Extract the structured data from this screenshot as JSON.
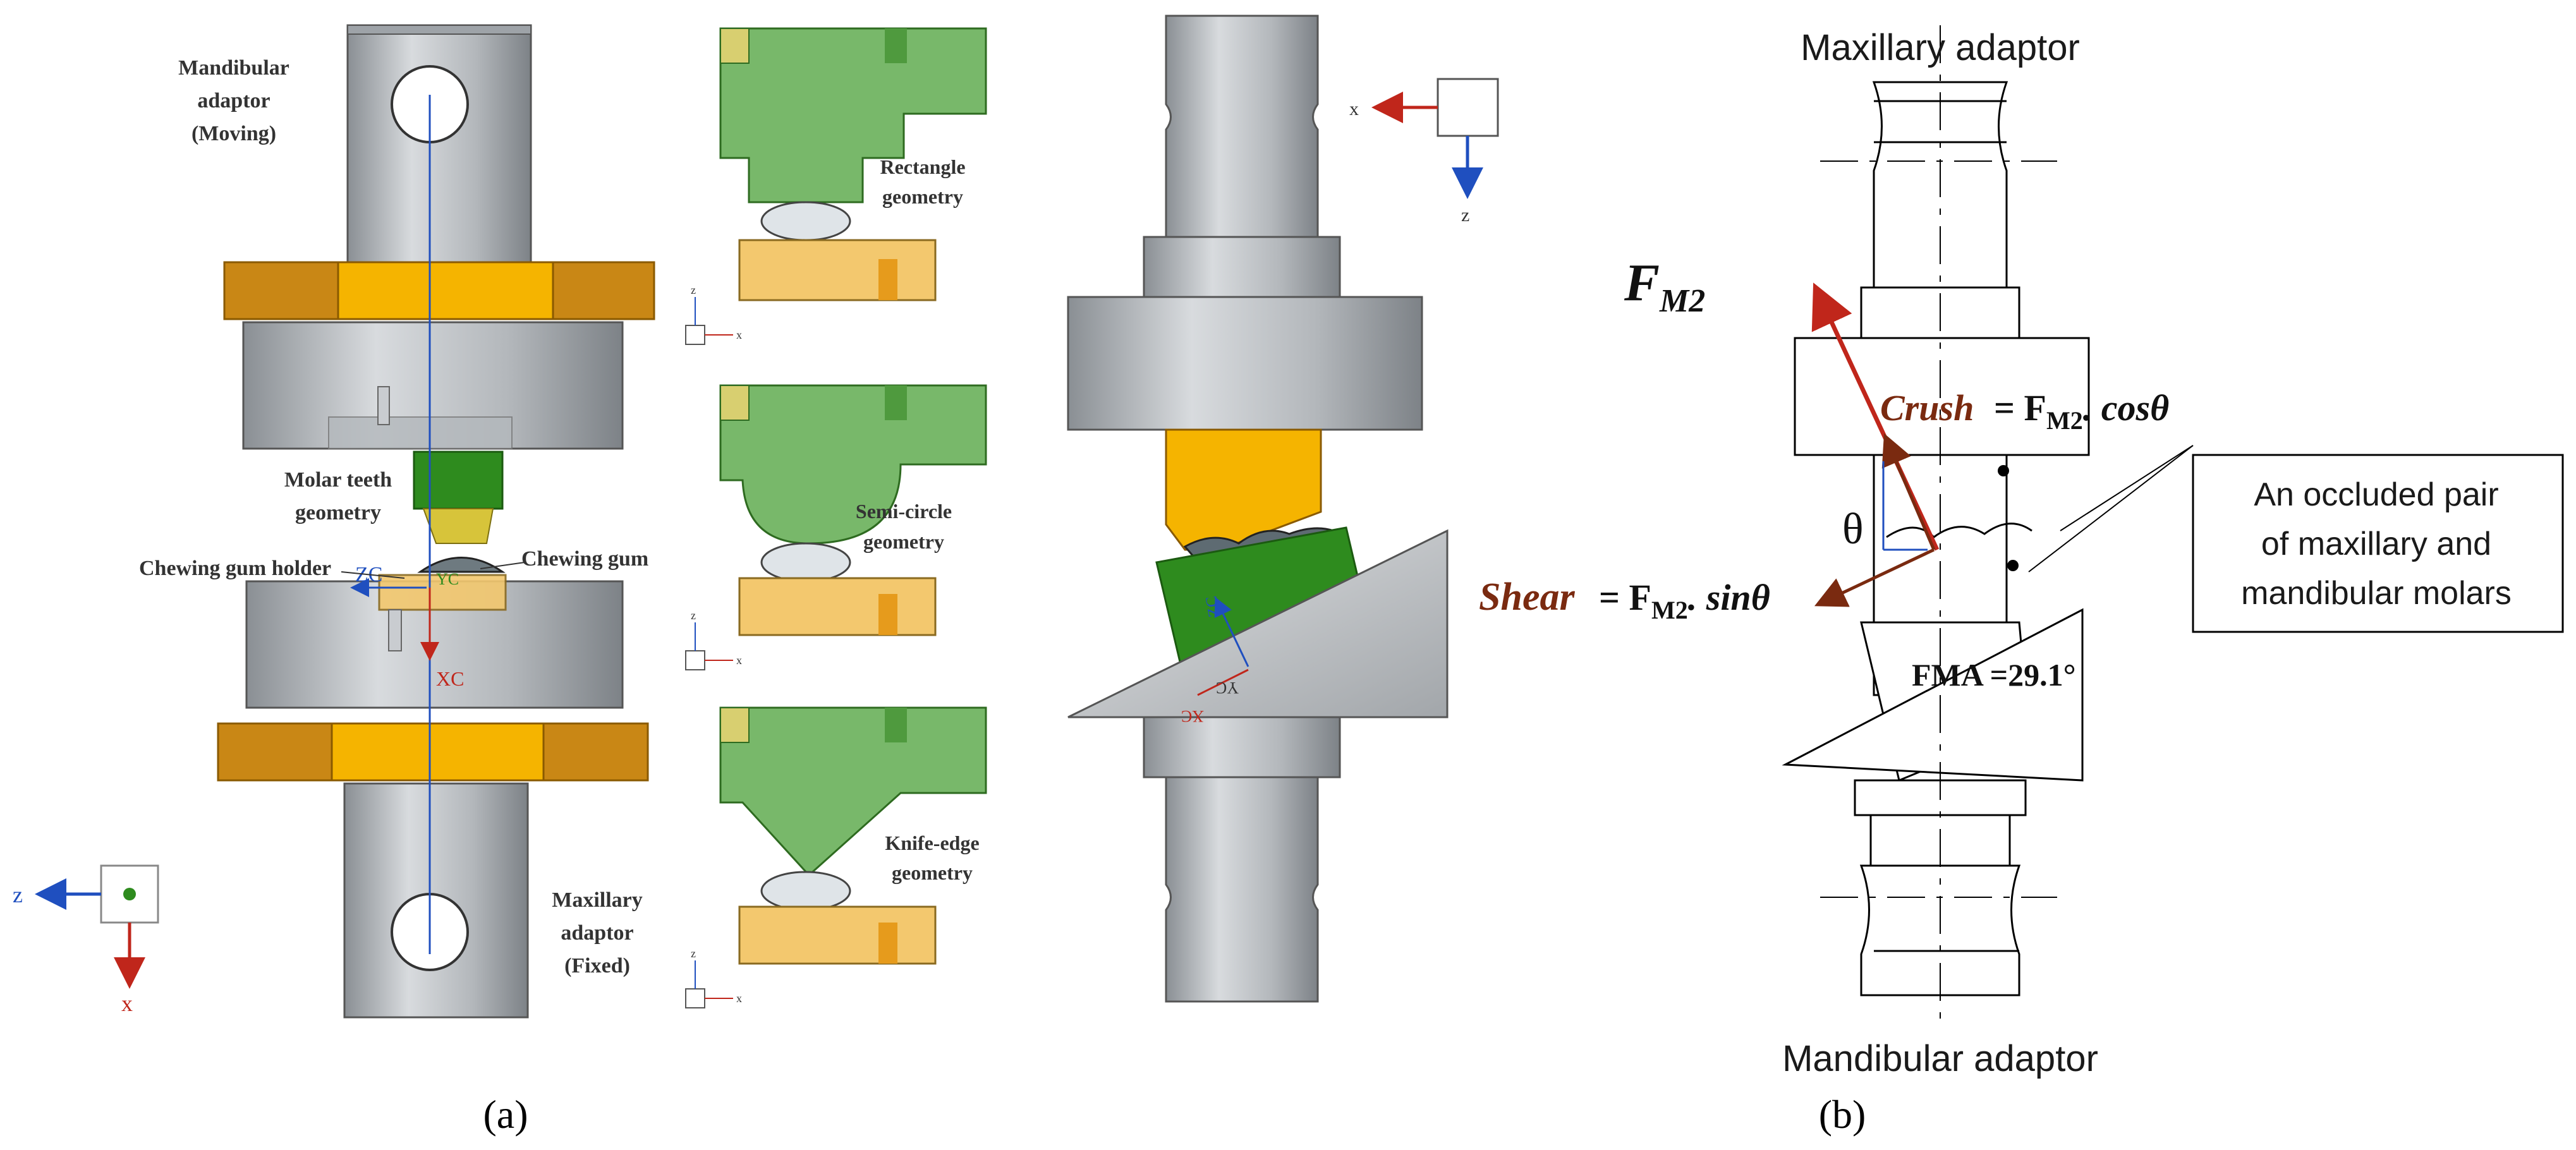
{
  "panel_a": {
    "caption": "(a)",
    "labels": {
      "mandibular": [
        "Mandibular",
        "adaptor",
        "(Moving)"
      ],
      "molar": [
        "Molar teeth",
        "geometry"
      ],
      "chewing_gum": "Chewing gum",
      "gum_holder": "Chewing gum holder",
      "maxillary": [
        "Maxillary",
        "adaptor",
        "(Fixed)"
      ]
    },
    "axes_main": {
      "h": "z",
      "v": "x"
    },
    "cad_axis_labels": {
      "zc": "ZC",
      "yc": "YC",
      "xc": "XC"
    },
    "geometries": [
      {
        "name": [
          "Rectangle",
          "geometry"
        ]
      },
      {
        "name": [
          "Semi-circle",
          "geometry"
        ]
      },
      {
        "name": [
          "Knife-edge",
          "geometry"
        ]
      }
    ],
    "small_axes": {
      "v": "z",
      "h": "x"
    },
    "iso_axes": {
      "h": "x",
      "v": "z"
    },
    "iso_cad_labels": {
      "yc": "YC",
      "xc": "XC",
      "zc": "ZC"
    }
  },
  "panel_b": {
    "caption": "(b)",
    "top_label": "Maxillary adaptor",
    "bottom_label": "Mandibular adaptor",
    "force": "F",
    "force_sub": "M2",
    "crush_word": "Crush",
    "crush_eq": "= F",
    "crush_sub": "M2",
    "crush_tail": ". cosθ",
    "shear_word": "Shear",
    "shear_eq": "= F",
    "shear_sub": "M2",
    "shear_tail": ". sinθ",
    "theta": "θ",
    "fma": "FMA =29.1°",
    "callout": [
      "An occluded pair",
      "of maxillary and",
      "mandibular molars"
    ]
  },
  "colors": {
    "steel": "#b8bcc0",
    "steel_dark": "#8f9499",
    "gold": "#f5b400",
    "gold_dark": "#c7851a",
    "green": "#2e8b1e",
    "green_light": "#78b86a",
    "tan": "#f3c86e",
    "red": "#c0261b",
    "brown": "#7a2a10",
    "blue": "#1f4fbf"
  }
}
